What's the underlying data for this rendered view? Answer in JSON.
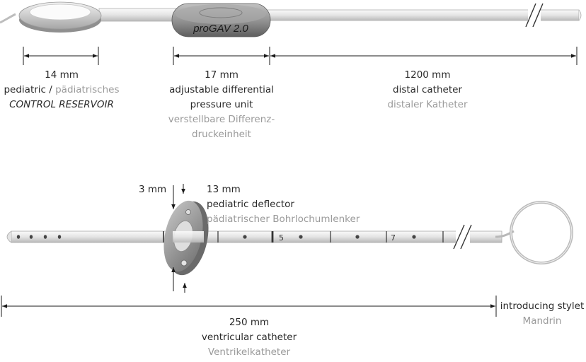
{
  "top": {
    "reservoir": {
      "dim": "14 mm",
      "en_prefix": "pediatric /",
      "de_inline": "pädiatrisches",
      "name": "CONTROL RESERVOIR"
    },
    "valve": {
      "badge": "proGAV 2.0",
      "dim": "17 mm",
      "en_line1": "adjustable differential",
      "en_line2": "pressure unit",
      "de_line1": "verstellbare Differenz-",
      "de_line2": "druckeinheit"
    },
    "distal": {
      "dim": "1200 mm",
      "en": "distal catheter",
      "de": "distaler Katheter"
    }
  },
  "bottom": {
    "deflector": {
      "thickness": "3 mm",
      "dim": "13 mm",
      "en": "pediatric deflector",
      "de": "pädiatrischer Bohrlochumlenker"
    },
    "marks": [
      "5",
      "7"
    ],
    "ventricular": {
      "dim": "250 mm",
      "en": "ventricular catheter",
      "de": "Ventrikelkatheter"
    },
    "stylet": {
      "en": "introducing stylet",
      "de": "Mandrin"
    }
  },
  "colors": {
    "tube": "#e6e6e6",
    "tube_edge": "#9d9d9d",
    "device": "#8c8c8c",
    "text": "#2a2a2a",
    "secondary_text": "#9a9a9a"
  }
}
